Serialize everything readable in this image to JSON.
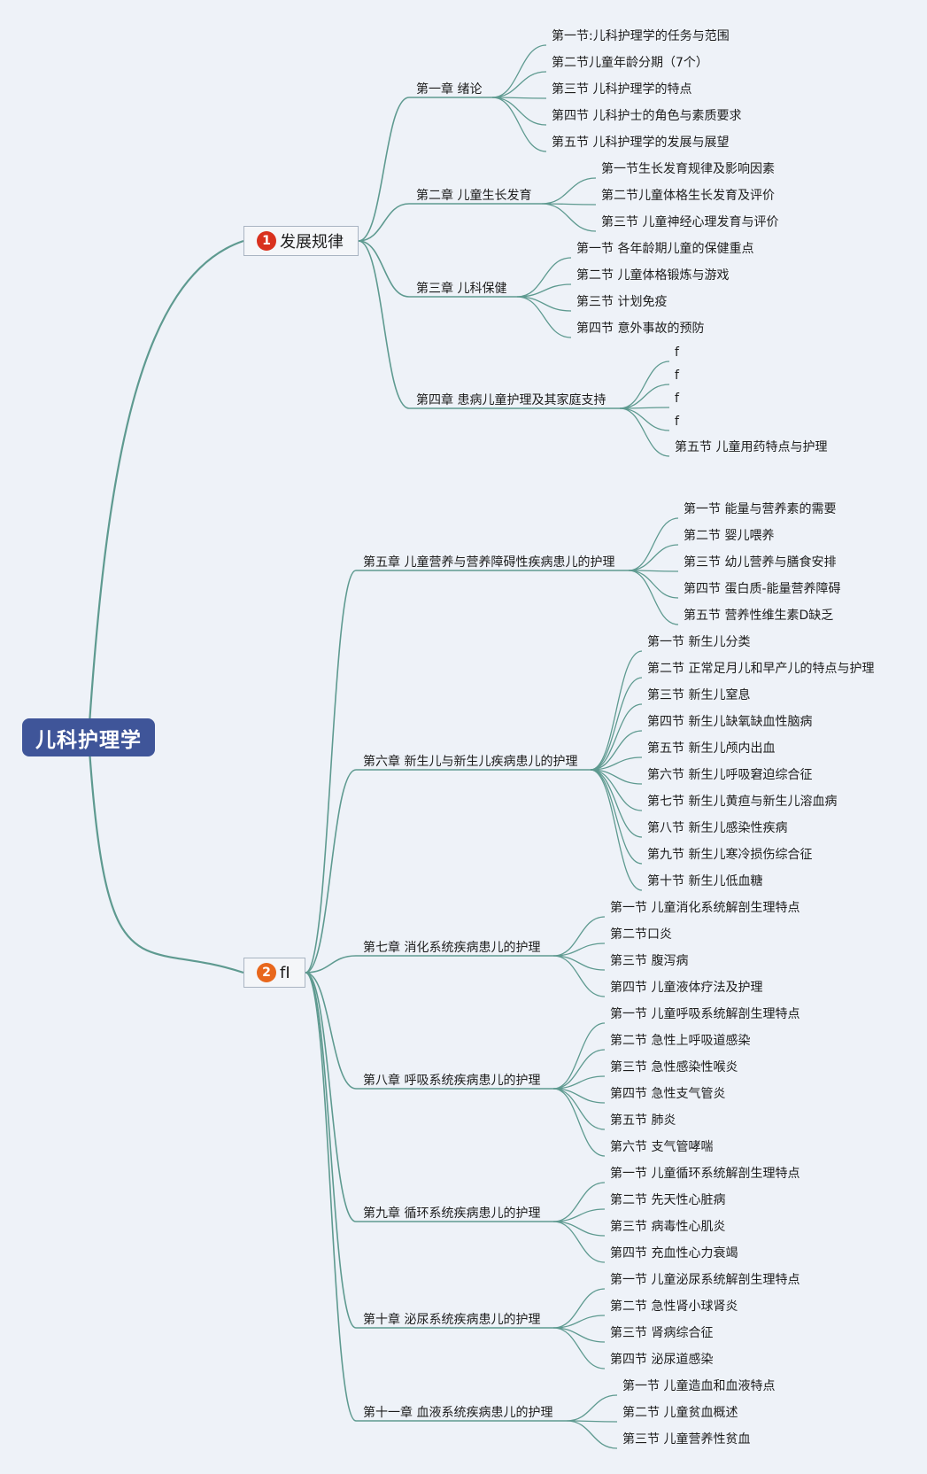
{
  "root": {
    "label": "儿科护理学"
  },
  "colors": {
    "line": "#5e9a90",
    "root_bg": "#3f5599",
    "badge1": "#d9311e",
    "badge2": "#e8671c"
  },
  "hubs": [
    {
      "number": "1",
      "label": "发展规律"
    },
    {
      "number": "2",
      "label": "fI"
    }
  ],
  "chapters": [
    {
      "title": "第一章 绪论",
      "sections": [
        "第一节:儿科护理学的任务与范围",
        "第二节儿童年龄分期（7个）",
        "第三节 儿科护理学的特点",
        "第四节 儿科护士的角色与素质要求",
        "第五节 儿科护理学的发展与展望"
      ]
    },
    {
      "title": "第二章 儿童生长发育",
      "sections": [
        "第一节生长发育规律及影响因素",
        "第二节儿童体格生长发育及评价",
        "第三节 儿童神经心理发育与评价"
      ]
    },
    {
      "title": "第三章 儿科保健",
      "sections": [
        "第一节 各年龄期儿童的保健重点",
        "第二节 儿童体格锻炼与游戏",
        "第三节 计划免疫",
        "第四节 意外事故的预防"
      ]
    },
    {
      "title": "第四章 患病儿童护理及其家庭支持",
      "sections": [
        "f",
        "f",
        "f",
        "f",
        "第五节 儿童用药特点与护理"
      ]
    },
    {
      "title": "第五章 儿童营养与营养障碍性疾病患儿的护理",
      "sections": [
        "第一节 能量与营养素的需要",
        "第二节 婴儿喂养",
        "第三节 幼儿营养与膳食安排",
        "第四节 蛋白质-能量营养障碍",
        "第五节 营养性维生素D缺乏"
      ]
    },
    {
      "title": "第六章 新生儿与新生儿疾病患儿的护理",
      "sections": [
        "第一节 新生儿分类",
        "第二节 正常足月儿和早产儿的特点与护理",
        "第三节 新生儿窒息",
        "第四节 新生儿缺氧缺血性脑病",
        "第五节 新生儿颅内出血",
        "第六节 新生儿呼吸窘迫综合征",
        "第七节 新生儿黄疸与新生儿溶血病",
        "第八节 新生儿感染性疾病",
        "第九节 新生儿寒冷损伤综合征",
        "第十节 新生儿低血糖"
      ]
    },
    {
      "title": "第七章 消化系统疾病患儿的护理",
      "sections": [
        "第一节 儿童消化系统解剖生理特点",
        "第二节口炎",
        "第三节 腹泻病",
        "第四节 儿童液体疗法及护理"
      ]
    },
    {
      "title": "第八章 呼吸系统疾病患儿的护理",
      "sections": [
        "第一节 儿童呼吸系统解剖生理特点",
        "第二节 急性上呼吸道感染",
        "第三节 急性感染性喉炎",
        "第四节 急性支气管炎",
        "第五节 肺炎",
        "第六节 支气管哮喘"
      ]
    },
    {
      "title": "第九章 循环系统疾病患儿的护理",
      "sections": [
        "第一节 儿童循环系统解剖生理特点",
        "第二节 先天性心脏病",
        "第三节 病毒性心肌炎",
        "第四节 充血性心力衰竭"
      ]
    },
    {
      "title": "第十章 泌尿系统疾病患儿的护理",
      "sections": [
        "第一节 儿童泌尿系统解剖生理特点",
        "第二节 急性肾小球肾炎",
        "第三节 肾病综合征",
        "第四节 泌尿道感染"
      ]
    },
    {
      "title": "第十一章 血液系统疾病患儿的护理",
      "sections": [
        "第一节 儿童造血和血液特点",
        "第二节 儿童贫血概述",
        "第三节 儿童营养性贫血"
      ]
    }
  ]
}
